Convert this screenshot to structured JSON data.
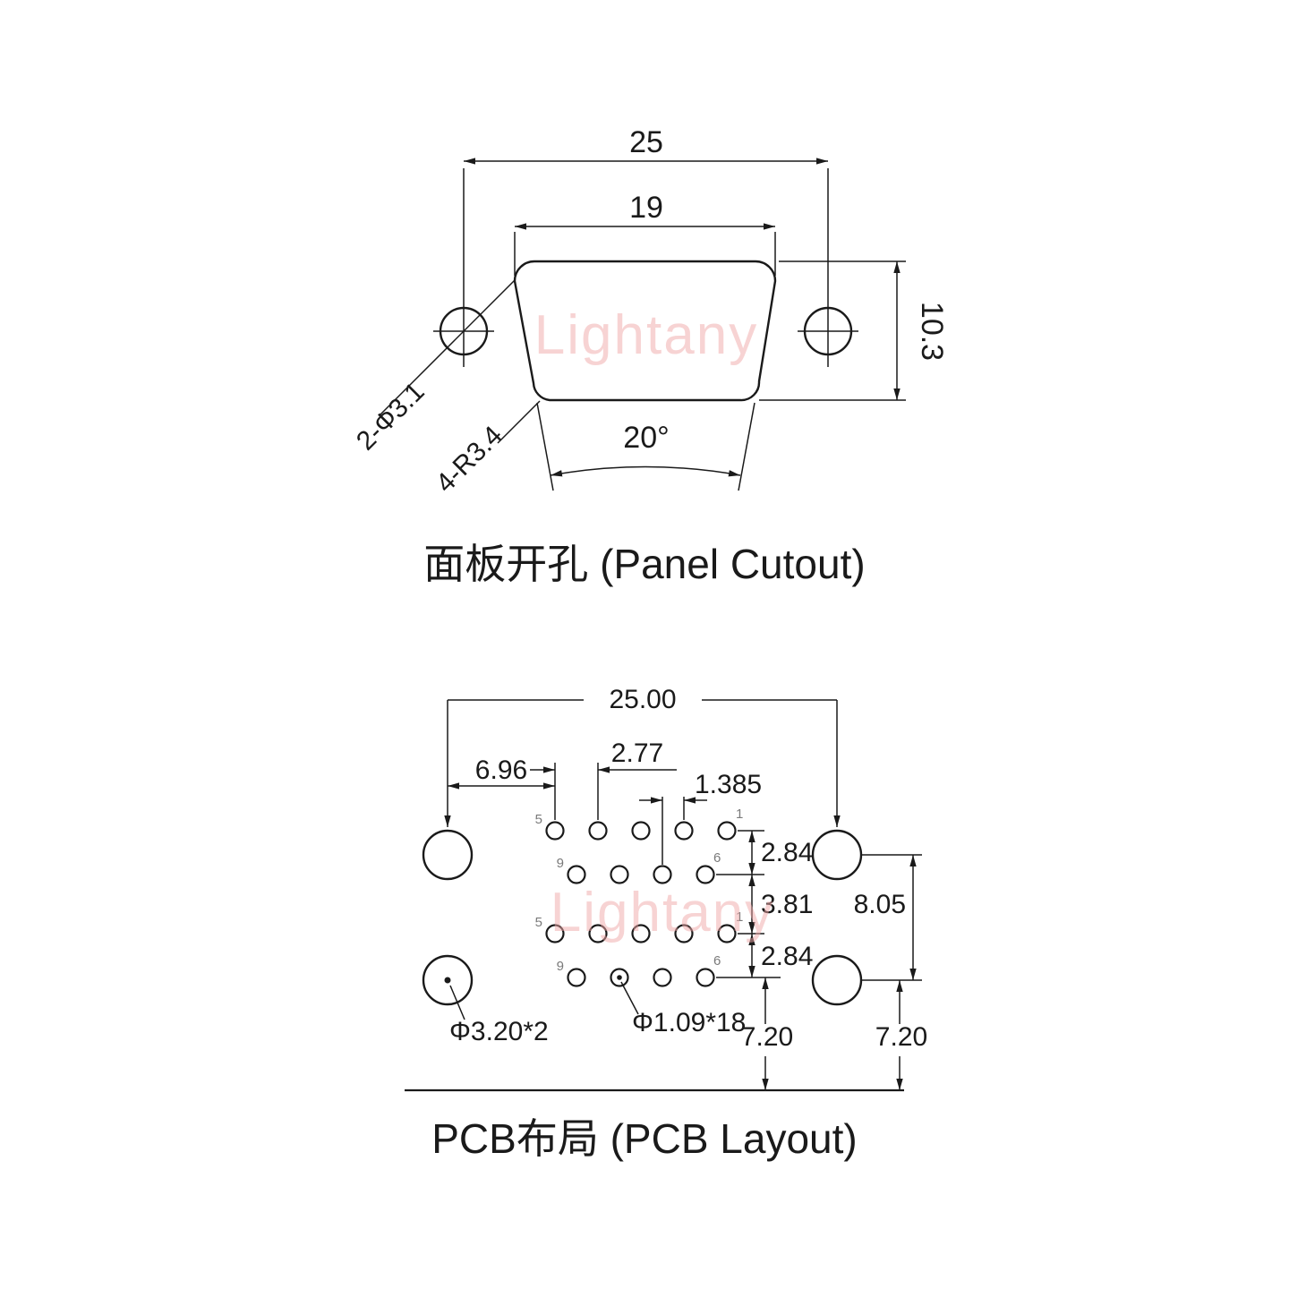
{
  "watermark": {
    "text": "Lightany"
  },
  "panel": {
    "title": "面板开孔 (Panel Cutout)",
    "dim_width_outer": "25",
    "dim_width_inner": "19",
    "dim_height": "10.3",
    "label_mount_holes": "2-Φ3.1",
    "label_corner_radius": "4-R3.4",
    "dim_angle": "20°"
  },
  "pcb": {
    "title": "PCB布局 (PCB Layout)",
    "dim_width": "25.00",
    "dim_edge_to_pin": "6.96",
    "dim_pin_pitch": "2.77",
    "dim_row_offset": "1.385",
    "dim_row_gap_upper": "2.84",
    "dim_port_gap": "3.81",
    "dim_row_gap_lower": "2.84",
    "dim_mount_vertical": "8.05",
    "dim_pin_to_edge": "7.20",
    "dim_mount_to_edge": "7.20",
    "label_mount_hole": "Φ3.20*2",
    "label_pin_hole": "Φ1.09*18",
    "pin_labels": {
      "p1": "1",
      "p5": "5",
      "p6": "6",
      "p9": "9"
    }
  }
}
